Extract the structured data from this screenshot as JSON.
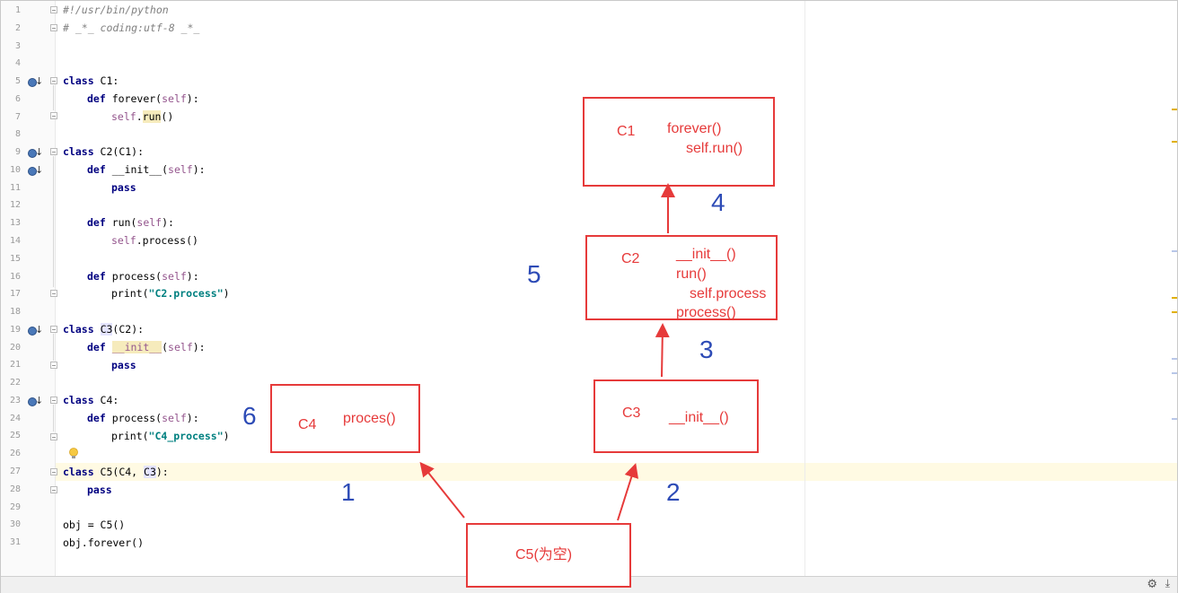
{
  "colors": {
    "keyword": "#000080",
    "comment": "#808080",
    "self": "#94558d",
    "string": "#008080",
    "box": "#e63a3a",
    "number": "#2d4bb6"
  },
  "line_numbers": [
    "1",
    "2",
    "3",
    "4",
    "5",
    "6",
    "7",
    "8",
    "9",
    "10",
    "11",
    "12",
    "13",
    "14",
    "15",
    "16",
    "17",
    "18",
    "19",
    "20",
    "21",
    "22",
    "23",
    "24",
    "25",
    "26",
    "27",
    "28",
    "29",
    "30",
    "31"
  ],
  "code": {
    "l1": "#!/usr/bin/python",
    "l2": "# _*_ coding:utf-8 _*_",
    "l5_kw": "class",
    "l5_rest": " C1:",
    "l6_kw": "def",
    "l6_a": " forever(",
    "l6_self": "self",
    "l6_b": "):",
    "l7_self": "self",
    "l7_dot": ".",
    "l7_run": "run",
    "l7_end": "()",
    "l9_kw": "class",
    "l9_rest": " C2(C1):",
    "l10_kw": "def",
    "l10_a": " __init__(",
    "l10_self": "self",
    "l10_b": "):",
    "l11_kw": "pass",
    "l13_kw": "def",
    "l13_a": " run(",
    "l13_self": "self",
    "l13_b": "):",
    "l14_self": "self",
    "l14_rest": ".process()",
    "l16_kw": "def",
    "l16_a": " process(",
    "l16_self": "self",
    "l16_b": "):",
    "l17_a": "print(",
    "l17_str": "\"C2.process\"",
    "l17_b": ")",
    "l19_kw": "class",
    "l19_sp": " ",
    "l19_c3": "C3",
    "l19_rest": "(C2):",
    "l20_kw": "def",
    "l20_sp": " ",
    "l20_init": "__init__",
    "l20_a": "(",
    "l20_self": "self",
    "l20_b": "):",
    "l21_kw": "pass",
    "l23_kw": "class",
    "l23_rest": " C4:",
    "l24_kw": "def",
    "l24_a": " process(",
    "l24_self": "self",
    "l24_b": "):",
    "l25_a": "print(",
    "l25_str": "\"C4_process\"",
    "l25_b": ")",
    "l27_kw": "class",
    "l27_a": " C5(C4, ",
    "l27_c3": "C3",
    "l27_b": "):",
    "l28_kw": "pass",
    "l30": "obj = C5()",
    "l31": "obj.forever()"
  },
  "diagram": {
    "c1": {
      "name": "C1",
      "m1": "forever()",
      "m2": "self.run()"
    },
    "c2": {
      "name": "C2",
      "m1": "__init__()",
      "m2": "run()",
      "m3": "self.process",
      "m4": "process()"
    },
    "c3": {
      "name": "C3",
      "m1": "__init__()"
    },
    "c4": {
      "name": "C4",
      "m1": "proces()"
    },
    "c5": {
      "name": "C5(为空)"
    },
    "steps": [
      "1",
      "2",
      "3",
      "4",
      "5",
      "6"
    ]
  }
}
